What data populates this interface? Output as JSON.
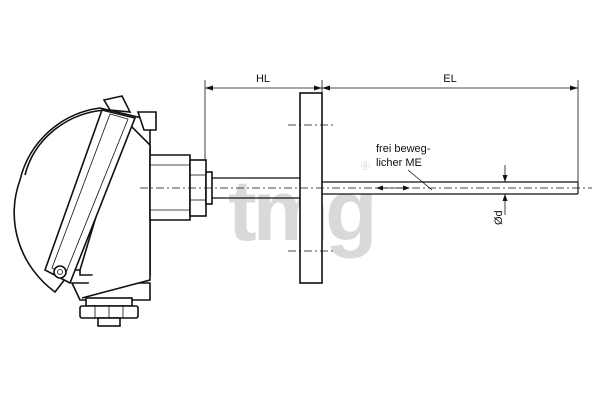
{
  "dimensions": {
    "hl": "HL",
    "el": "EL",
    "diameter": "Ød"
  },
  "annotation": {
    "line1": "frei beweg-",
    "line2": "licher ME"
  },
  "watermark": {
    "text": "tmg",
    "registered": "®",
    "color": "#d9d9d9"
  }
}
